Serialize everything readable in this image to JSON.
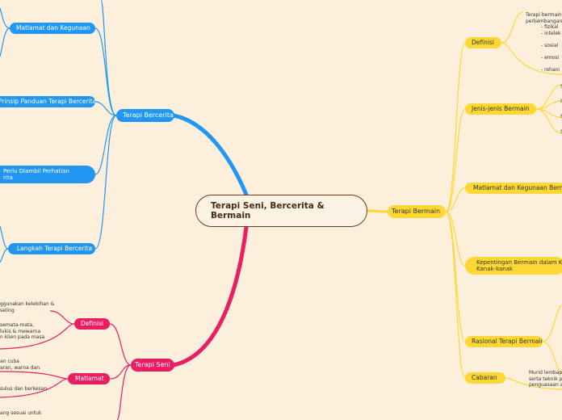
{
  "central": {
    "line1": "Terapi Seni, Bercerita &",
    "line2": "Bermain"
  },
  "bercerita": {
    "title": "Terapi Bercerita",
    "items": [
      "Matlamat dan Kegunaan",
      "Prinsip Panduan Terapi Bercerita",
      "Perlu Diambil Perhatian",
      "rita",
      "Langkah Terapi Bercerita"
    ]
  },
  "seni": {
    "title": "Terapi Seni",
    "items": [
      "Definisi",
      "Matlamat"
    ],
    "texts": [
      "ggunakan kelebihan &\nseling",
      "semata-mata,\nlukis & mewarna\nn klien pada masa",
      "an cuba\naran, warna dan",
      "sulus dan berkesan",
      "ang sesuai untuk"
    ]
  },
  "bermain": {
    "title": "Terapi Bermain",
    "items": [
      "Definisi",
      "Jenis-jenis Bermain",
      "Matlamat dan Kegunaan Bermain",
      "Kepentingan Bermain dalam K",
      "Kanak-kanak",
      "Rasional Terapi Bermain",
      "Cabaran"
    ],
    "def_text": "Terapi bermain\nperkembangan\n          - fizikal\n          - intelek\n\n          - sosial\n\n          - emosi\n\n          - rohani",
    "cabaran_text": "Murid lembap\nserta teknik p\npenguasaan a",
    "jenis_letters": [
      "S",
      "C",
      "S",
      "S"
    ]
  },
  "colors": {
    "blue": "#2196f3",
    "yellow": "#fdd835",
    "red": "#e91e63",
    "central_border": "#6d3b1a",
    "background": "#fcefdc"
  }
}
